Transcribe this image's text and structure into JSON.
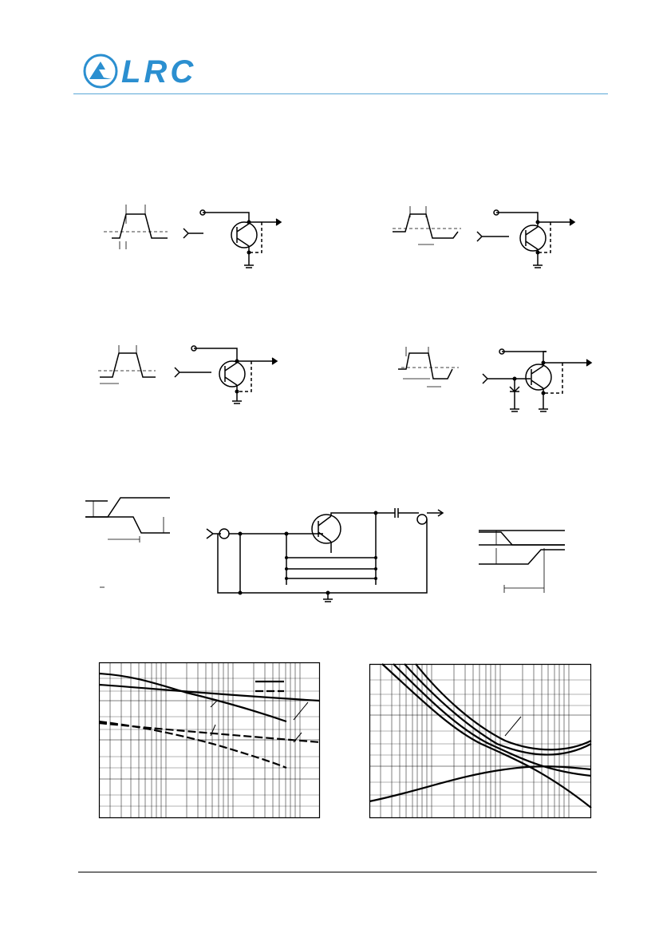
{
  "header": {
    "logo_text": "LRC",
    "brand_color": "#2b8fd0",
    "rule_color": "#5aa7d6"
  },
  "icons": {
    "logo_mark": "lrc-triangle-logo-icon"
  },
  "figures": {
    "switching_circuit_1": "switching-test-circuit",
    "switching_circuit_2": "switching-test-circuit",
    "switching_circuit_3": "switching-test-circuit",
    "switching_circuit_4": "switching-test-circuit-with-diode",
    "rf_test_circuit": "rf-amplifier-test-circuit",
    "graph_left": "log-log-characteristic-graph",
    "graph_right": "log-log-characteristic-graph"
  }
}
